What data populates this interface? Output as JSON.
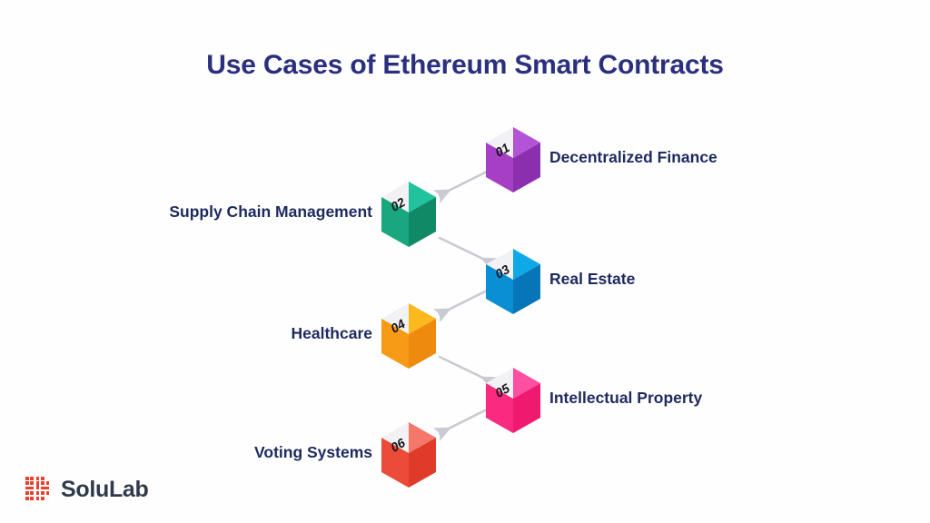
{
  "page": {
    "background_color": "#fefeff",
    "title": "Use Cases of Ethereum Smart Contracts",
    "title_color": "#2b2f7e"
  },
  "diagram": {
    "type": "zigzag-step-list",
    "arrow_color": "#c9cbd2",
    "number_face_color": "#f2f2f4",
    "steps": [
      {
        "number": "01",
        "label": "Decentralized Finance",
        "side": "right",
        "color_light": "#c26ce0",
        "color_mid": "#a63fc4",
        "color_dark": "#8b2fae",
        "color_top": "#b354d6"
      },
      {
        "number": "02",
        "label": "Supply Chain Management",
        "side": "left",
        "color_light": "#2fd0ad",
        "color_mid": "#19a77f",
        "color_dark": "#108a66",
        "color_top": "#20c39e"
      },
      {
        "number": "03",
        "label": "Real Estate",
        "side": "right",
        "color_light": "#15b4ef",
        "color_mid": "#0a8fd4",
        "color_dark": "#0676b8",
        "color_top": "#10a9e8"
      },
      {
        "number": "04",
        "label": "Healthcare",
        "side": "left",
        "color_light": "#fdc320",
        "color_mid": "#f79a16",
        "color_dark": "#ee8a0d",
        "color_top": "#fbb91d"
      },
      {
        "number": "05",
        "label": "Intellectual Property",
        "side": "right",
        "color_light": "#ff64b0",
        "color_mid": "#fb2a81",
        "color_dark": "#ef1a6f",
        "color_top": "#ff4fa0"
      },
      {
        "number": "06",
        "label": "Voting Systems",
        "side": "left",
        "color_light": "#f98e7e",
        "color_mid": "#ed4b3a",
        "color_dark": "#e03b2a",
        "color_top": "#f5776a"
      }
    ]
  },
  "logo": {
    "name": "SoluLab",
    "mark_color": "#e8412e",
    "text_color": "#2f3a4a"
  }
}
